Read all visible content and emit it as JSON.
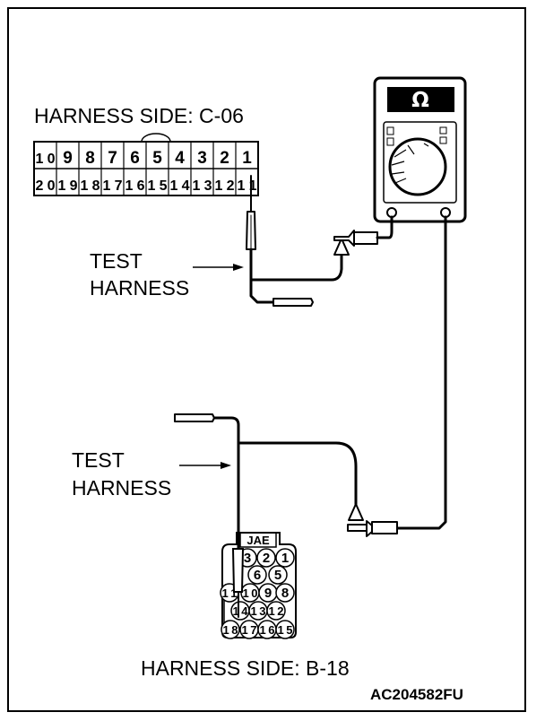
{
  "labels": {
    "harness_side_top": "HARNESS SIDE: C-06",
    "test_harness_top_line1": "TEST",
    "test_harness_top_line2": "HARNESS",
    "test_harness_bottom_line1": "TEST",
    "test_harness_bottom_line2": "HARNESS",
    "harness_side_bottom": "HARNESS SIDE: B-18",
    "figure_code": "AC204582FU"
  },
  "meter": {
    "display_symbol": "Ω"
  },
  "connector_c06": {
    "top_row": [
      "10",
      "9",
      "8",
      "7",
      "6",
      "5",
      "4",
      "3",
      "2",
      "1"
    ],
    "bottom_row": [
      "20",
      "19",
      "18",
      "17",
      "16",
      "15",
      "14",
      "13",
      "12",
      "11"
    ]
  },
  "connector_b18": {
    "maker_label": "JAE",
    "pins": [
      "3",
      "2",
      "1",
      "6",
      "5",
      "11",
      "10",
      "9",
      "8",
      "14",
      "13",
      "12",
      "18",
      "17",
      "16",
      "15"
    ]
  },
  "colors": {
    "line": "#000000",
    "background": "#ffffff"
  }
}
